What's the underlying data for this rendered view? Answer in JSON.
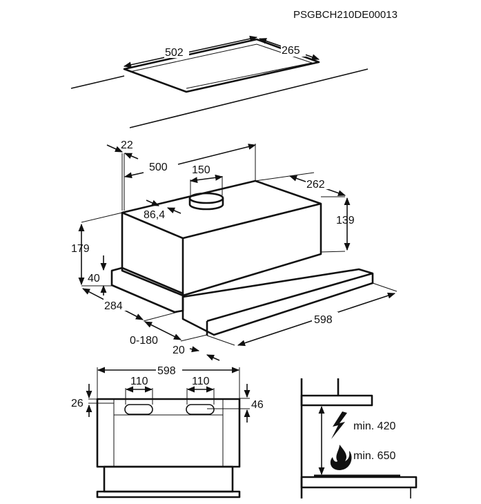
{
  "document_code": "PSGBCH210DE00013",
  "cutout": {
    "width": "502",
    "depth": "265"
  },
  "hood_3d": {
    "wall_offset": "22",
    "body_width": "500",
    "duct_diameter": "150",
    "duct_offset": "86,4",
    "body_depth": "262",
    "body_height": "139",
    "total_height": "179",
    "visor_height": "40",
    "total_depth": "284",
    "extension": "0-180",
    "visor_thickness": "20",
    "total_width": "598"
  },
  "front_view": {
    "width": "598",
    "outlet_left": "110",
    "outlet_right": "110",
    "height_left": "26",
    "height_right": "46"
  },
  "clearance": {
    "electric": "min. 420",
    "gas": "min. 650",
    "icons": [
      "lightning-icon",
      "flame-icon"
    ]
  }
}
